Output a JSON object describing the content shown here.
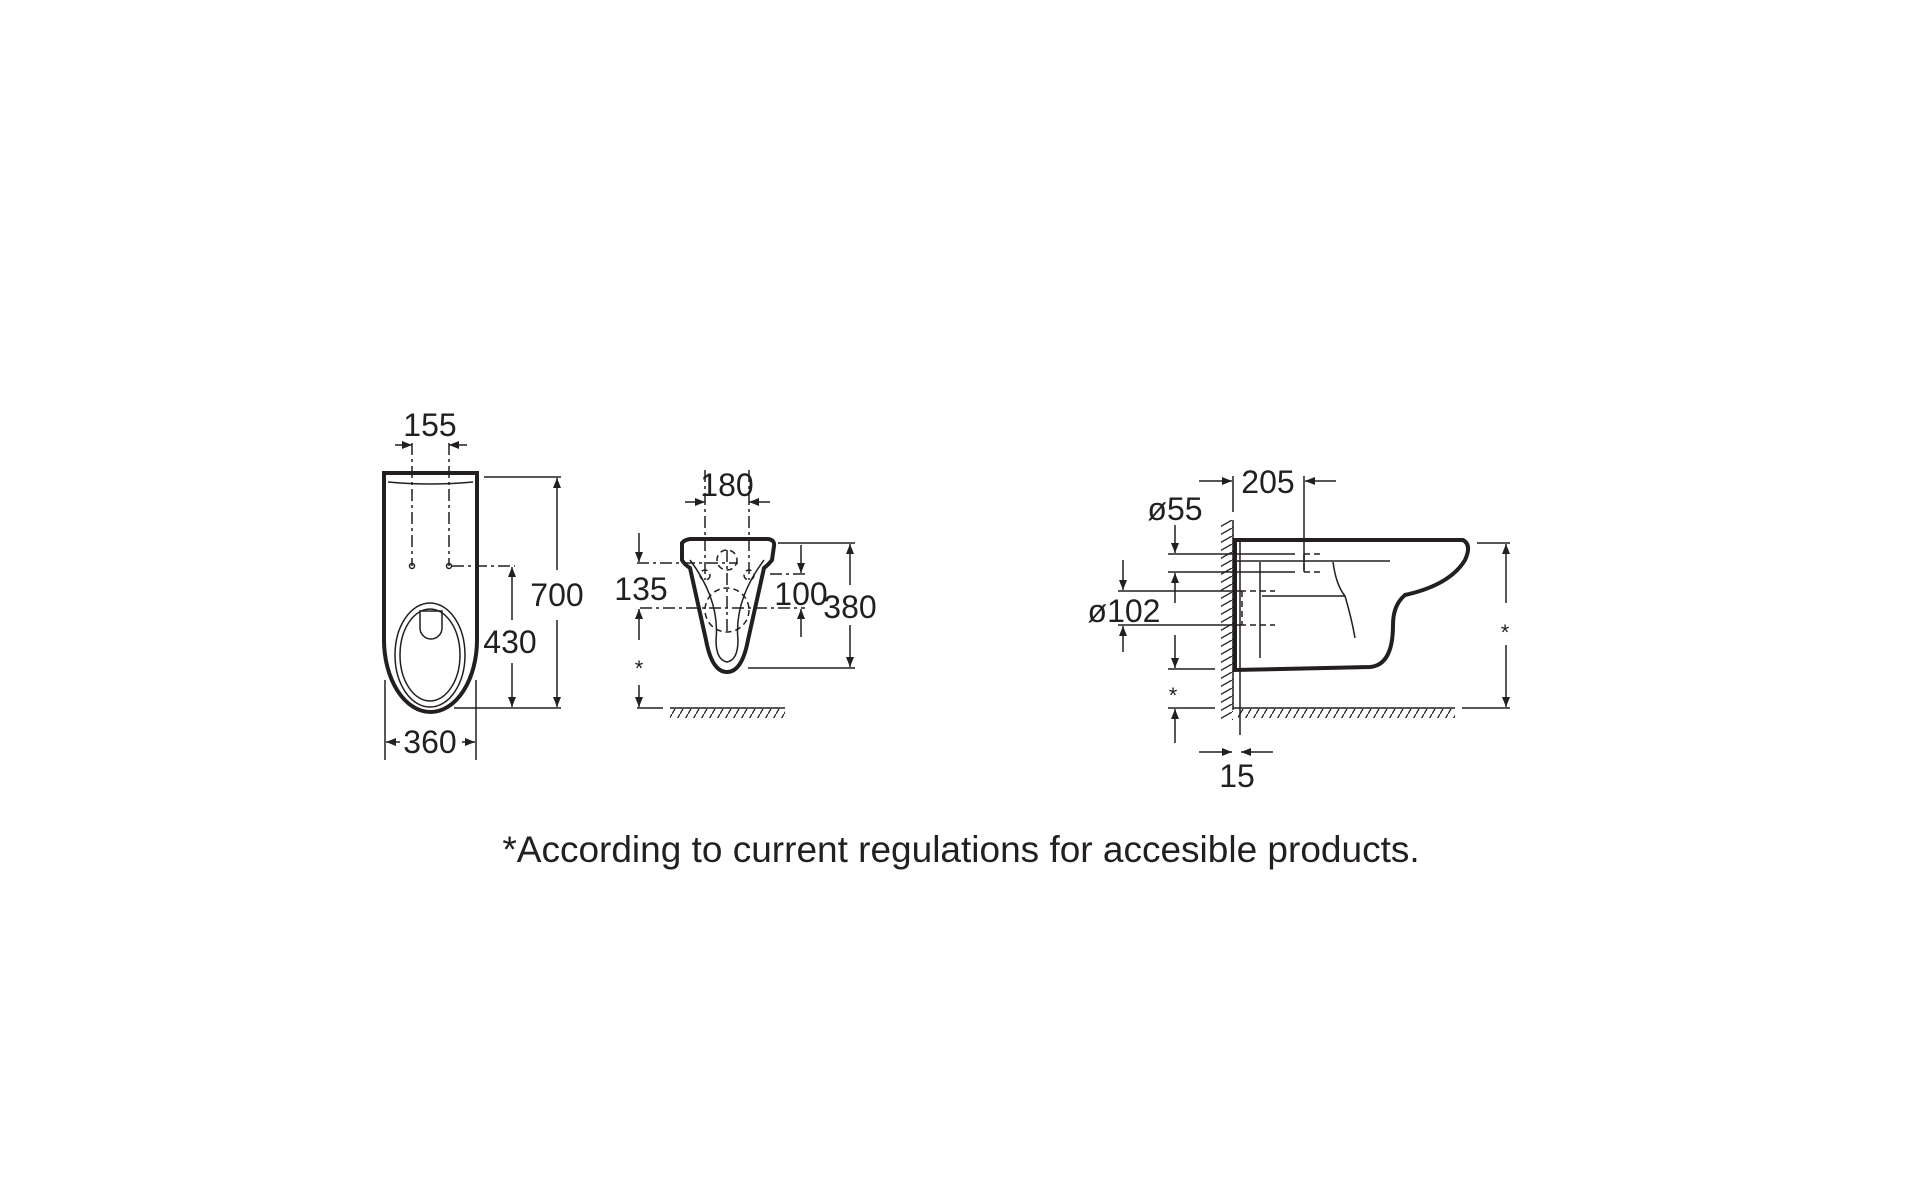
{
  "front_view": {
    "width_155": "155",
    "height_700": "700",
    "height_430": "430",
    "width_360": "360"
  },
  "rear_view": {
    "width_180": "180",
    "height_135": "135",
    "height_100": "100",
    "height_380": "380",
    "floor_height": "*"
  },
  "side_view": {
    "depth_205": "205",
    "diameter_55": "ø55",
    "diameter_102": "ø102",
    "wall_gap_15": "15",
    "floor_height_left": "*",
    "floor_height_right": "*"
  },
  "footnote": "*According to current regulations for accesible products."
}
